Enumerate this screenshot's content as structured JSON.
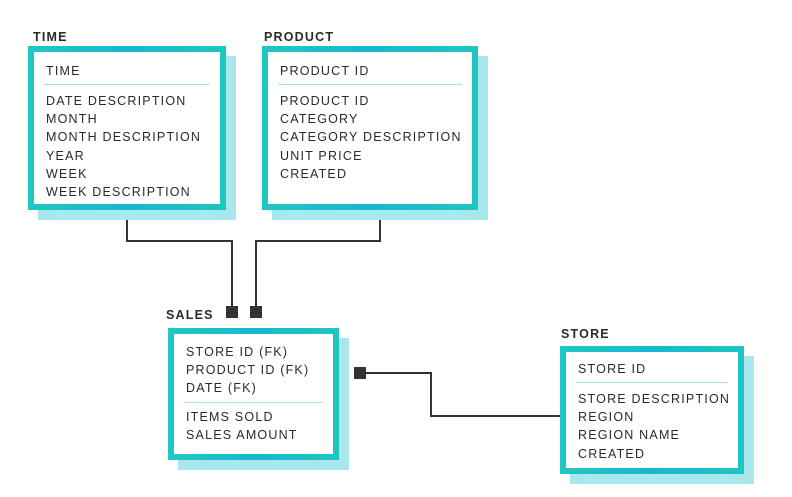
{
  "entities": {
    "time": {
      "label": "TIME",
      "key": "TIME",
      "fields": [
        "DATE DESCRIPTION",
        "MONTH",
        "MONTH DESCRIPTION",
        "YEAR",
        "WEEK",
        "WEEK DESCRIPTION"
      ]
    },
    "product": {
      "label": "PRODUCT",
      "key": "PRODUCT ID",
      "fields": [
        "PRODUCT ID",
        "CATEGORY",
        "CATEGORY DESCRIPTION",
        "UNIT PRICE",
        "CREATED"
      ]
    },
    "sales": {
      "label": "SALES",
      "keys": [
        "STORE ID (FK)",
        "PRODUCT ID (FK)",
        "DATE (FK)"
      ],
      "fields": [
        "ITEMS SOLD",
        "SALES AMOUNT"
      ]
    },
    "store": {
      "label": "STORE",
      "key": "STORE ID",
      "fields": [
        "STORE DESCRIPTION",
        "REGION",
        "REGION NAME",
        "CREATED"
      ]
    }
  },
  "colors": {
    "frame": "#1fc3c7",
    "shadow": "#a8e8ed",
    "divider": "#9ee3e6",
    "line": "#333333",
    "text": "#2a2a2a"
  }
}
